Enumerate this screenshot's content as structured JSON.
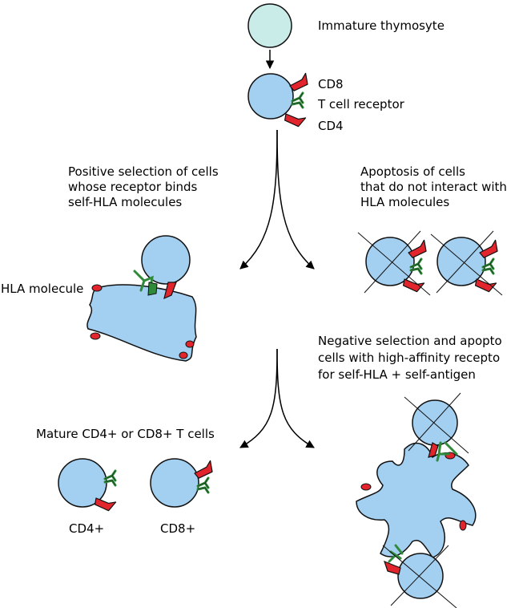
{
  "colors": {
    "immature_cell": "#c9ece9",
    "cell": "#a3cff0",
    "receptor_green": "#2f8a3a",
    "cd_red": "#e2242c",
    "outline": "#111111"
  },
  "top": {
    "immature_label": "Immature thymosyte",
    "cd8_label": "CD8",
    "tcr_label": "T cell receptor",
    "cd4_label": "CD4"
  },
  "positive": {
    "lines": [
      "Positive selection of cells",
      "whose receptor binds",
      "self-HLA molecules"
    ],
    "hla_label": "HLA molecule"
  },
  "apoptosis": {
    "lines": [
      "Apoptosis of cells",
      "that do not interact with",
      "HLA molecules"
    ]
  },
  "negative": {
    "lines": [
      "Negative selection and apopto",
      "cells with high-affinity recepto",
      "for self-HLA + self-antigen"
    ]
  },
  "mature": {
    "label": "Mature CD4+ or CD8+ T cells",
    "cd4_label": "CD4+",
    "cd8_label": "CD8+"
  }
}
